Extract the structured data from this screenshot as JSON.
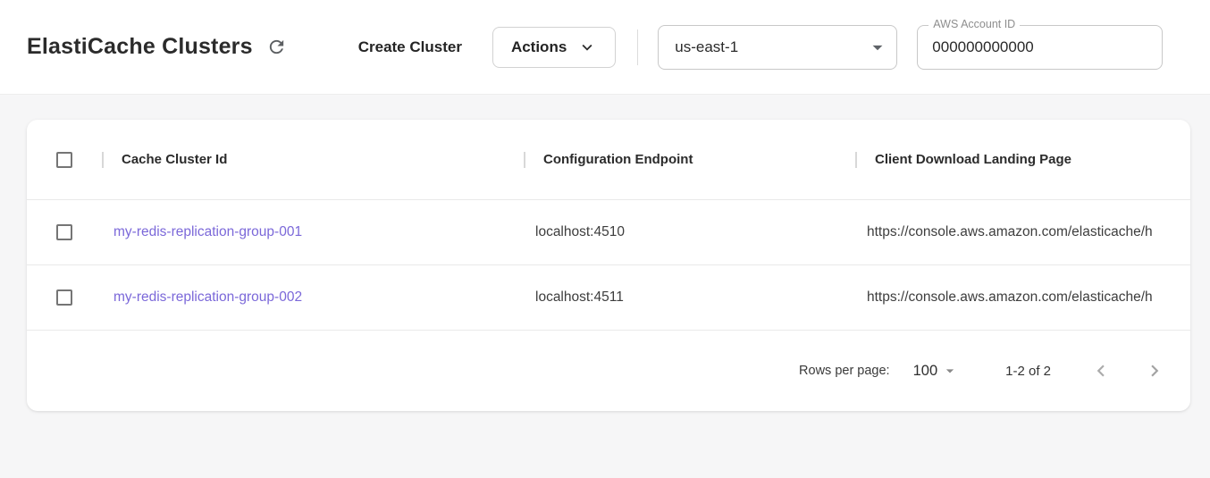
{
  "header": {
    "title": "ElastiCache Clusters",
    "create_button": "Create Cluster",
    "actions_button": "Actions",
    "region_select": {
      "value": "us-east-1"
    },
    "account_field": {
      "label": "AWS Account ID",
      "value": "000000000000"
    }
  },
  "table": {
    "columns": [
      "Cache Cluster Id",
      "Configuration Endpoint",
      "Client Download Landing Page"
    ],
    "rows": [
      {
        "id": "my-redis-replication-group-001",
        "endpoint": "localhost:4510",
        "landing_page": "https://console.aws.amazon.com/elasticache/h"
      },
      {
        "id": "my-redis-replication-group-002",
        "endpoint": "localhost:4511",
        "landing_page": "https://console.aws.amazon.com/elasticache/h"
      }
    ],
    "pagination": {
      "rows_per_page_label": "Rows per page:",
      "rows_per_page_value": "100",
      "range_label": "1-2 of 2"
    }
  },
  "icons": {
    "refresh": "⟳",
    "chevron_down": "▾",
    "dropdown_caret": "▼",
    "chevron_left": "‹",
    "chevron_right": "›"
  },
  "colors": {
    "link": "#7b68d9",
    "page_background": "#f6f6f7",
    "header_background": "#ffffff"
  }
}
